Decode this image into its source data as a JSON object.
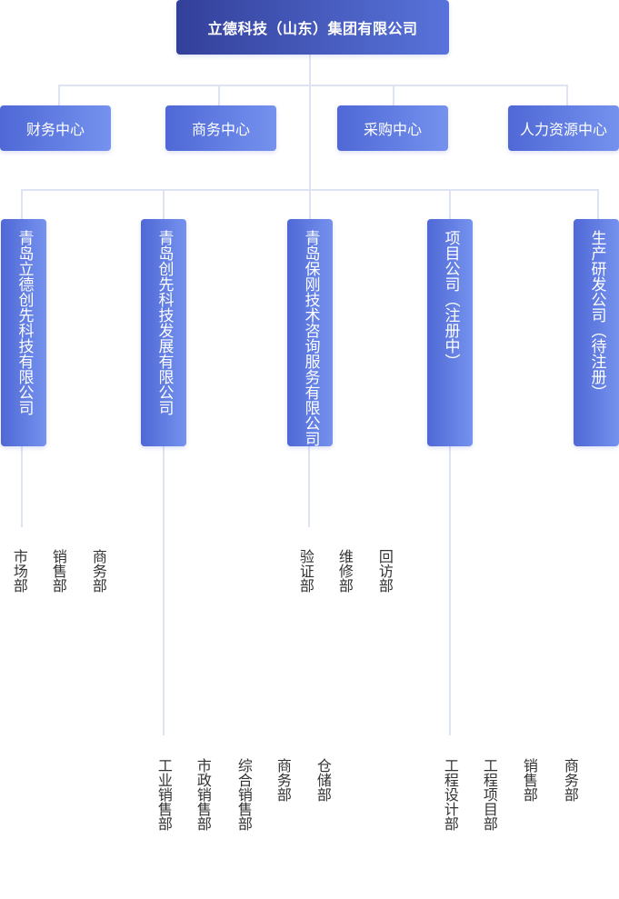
{
  "root": {
    "label": "立德科技（山东）集团有限公司"
  },
  "centers": [
    {
      "label": "财务中心"
    },
    {
      "label": "商务中心"
    },
    {
      "label": "采购中心"
    },
    {
      "label": "人力资源中心"
    }
  ],
  "companies": [
    {
      "label": "青岛立德创先科技有限公司",
      "departments": [
        "市场部",
        "销售部",
        "商务部"
      ]
    },
    {
      "label": "青岛创先科技发展有限公司",
      "departments": [
        "工业销售部",
        "市政销售部",
        "综合销售部",
        "商务部",
        "仓储部"
      ]
    },
    {
      "label": "青岛保刚技术咨询服务有限公司",
      "departments": [
        "验证部",
        "维修部",
        "回访部"
      ]
    },
    {
      "label": "项目公司（注册中）",
      "departments": [
        "工程设计部",
        "工程项目部",
        "销售部",
        "商务部"
      ]
    },
    {
      "label": "生产研发公司（待注册）",
      "departments": []
    }
  ],
  "colors": {
    "root": "#3a48a8",
    "node": "#6078e0",
    "connector": "#dde3f3",
    "text": "#333333"
  }
}
